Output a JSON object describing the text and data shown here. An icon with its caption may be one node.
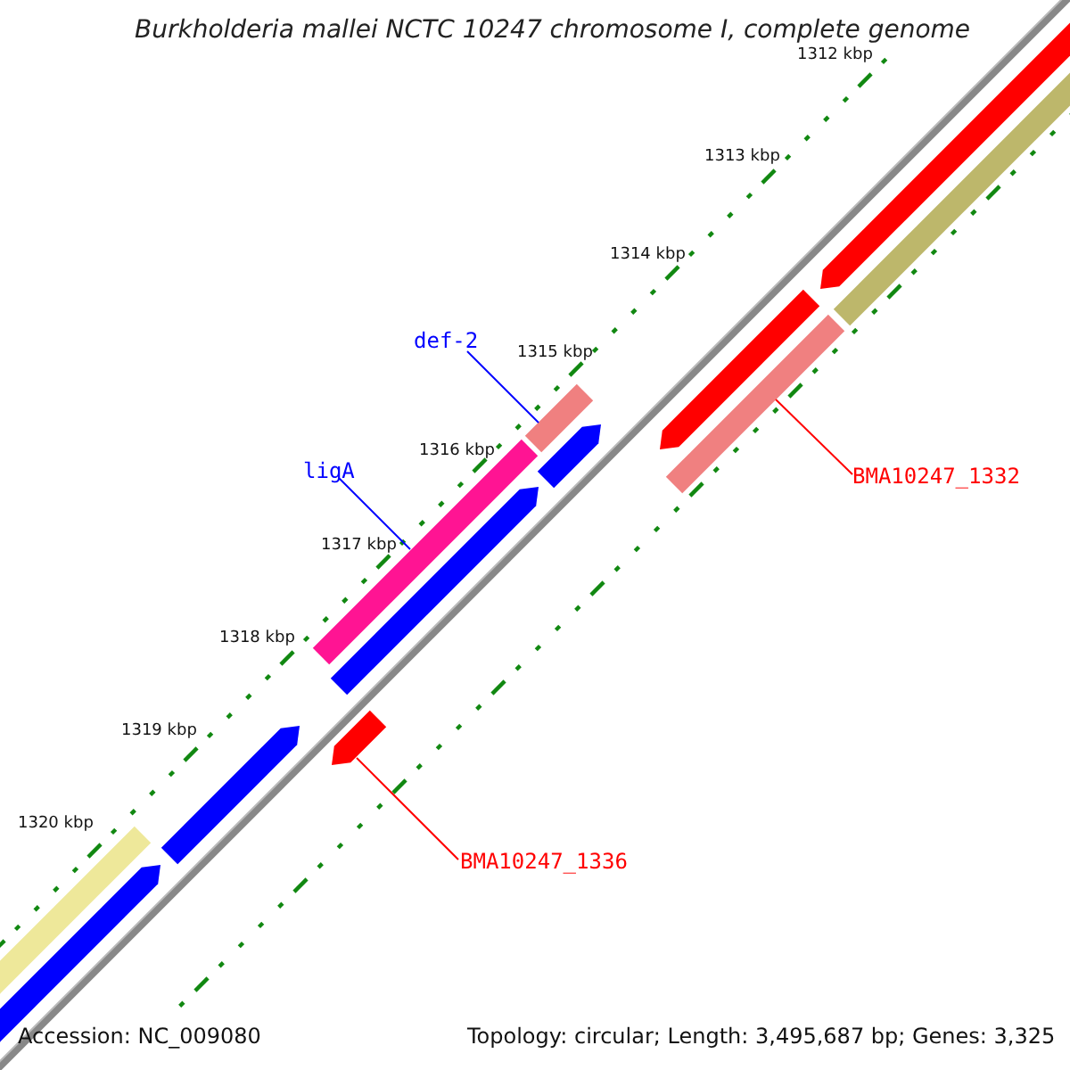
{
  "diagram": {
    "title": "Burkholderia mallei NCTC 10247 chromosome I, complete genome",
    "nodes": [
      {
        "text": [
          "def-2"
        ]
      },
      {
        "text": [],
        "shape": "bar"
      },
      {
        "text": [
          "ligA"
        ]
      },
      {
        "text": [],
        "shape": "bar"
      },
      {
        "text": [
          "BMA10247_1332"
        ]
      },
      {
        "text": [],
        "shape": "bar"
      },
      {
        "text": [
          "BMA10247_1336"
        ]
      },
      {
        "text": [],
        "shape": "bar"
      }
    ],
    "edges": [
      {
        "from": 0,
        "to": 1,
        "arrow": "none",
        "color": "#0000ff"
      },
      {
        "from": 2,
        "to": 3,
        "arrow": "none",
        "color": "#0000ff"
      },
      {
        "from": 4,
        "to": 5,
        "arrow": "none",
        "color": "#ff0000"
      },
      {
        "from": 6,
        "to": 7,
        "arrow": "none",
        "color": "#ff0000"
      }
    ],
    "labels": [
      "1312 kbp",
      "1313 kbp",
      "1314 kbp",
      "1315 kbp",
      "1316 kbp",
      "1317 kbp",
      "1318 kbp",
      "1319 kbp",
      "1320 kbp",
      "Accession: NC_009080",
      "Topology: circular; Length: 3,495,687 bp; Genes: 3,325"
    ]
  }
}
